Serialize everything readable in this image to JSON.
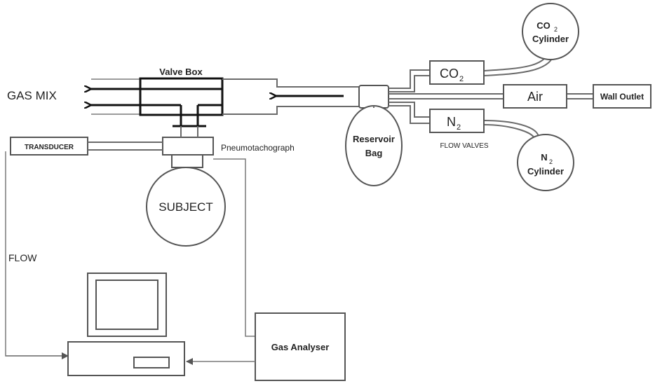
{
  "labels": {
    "gas_mix": "GAS  MIX",
    "valve_box": "Valve Box",
    "transducer": "TRANSDUCER",
    "pneumotachograph": "Pneumotachograph",
    "subject": "SUBJECT",
    "flow": "FLOW",
    "reservoir_line1": "Reservoir",
    "reservoir_line2": "Bag",
    "co2_valve": "CO",
    "co2_sub": "2",
    "air": "Air",
    "wall_outlet": "Wall Outlet",
    "n2_valve": "N",
    "n2_sub": "2",
    "flow_valves": "FLOW  VALVES",
    "co2_cyl_line1": "CO",
    "co2_cyl_sub": "2",
    "co2_cyl_line2": "Cylinder",
    "n2_cyl_line1": "N",
    "n2_cyl_sub": "2",
    "n2_cyl_line2": "Cylinder",
    "gas_analyser": "Gas Analyser"
  }
}
